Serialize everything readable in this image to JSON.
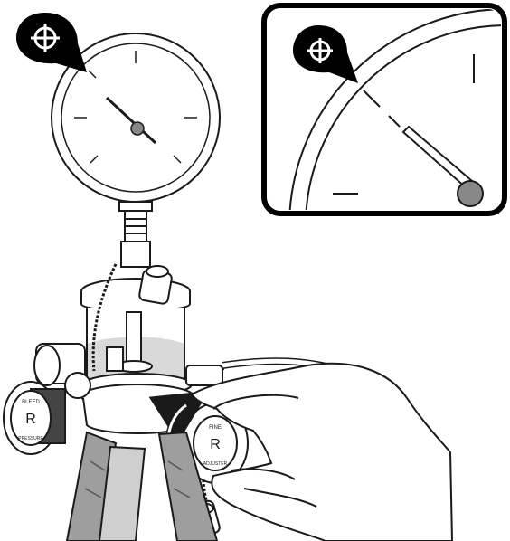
{
  "illustration": {
    "left_valve_label": "BLEED",
    "right_valve_label": "FINE",
    "left_valve_sublabel": "PRESSURE",
    "right_valve_sublabel": "ADJUSTER",
    "valve_logo": "R"
  },
  "colors": {
    "line": "#1a1a1a",
    "marker": "#000000",
    "fluid": "#d9d9d9",
    "metal": "#bdbdbd",
    "background": "#ffffff"
  },
  "icons": [
    "crosshair-marker-icon",
    "crosshair-marker-icon-zoom",
    "rotate-arrow-icon"
  ]
}
